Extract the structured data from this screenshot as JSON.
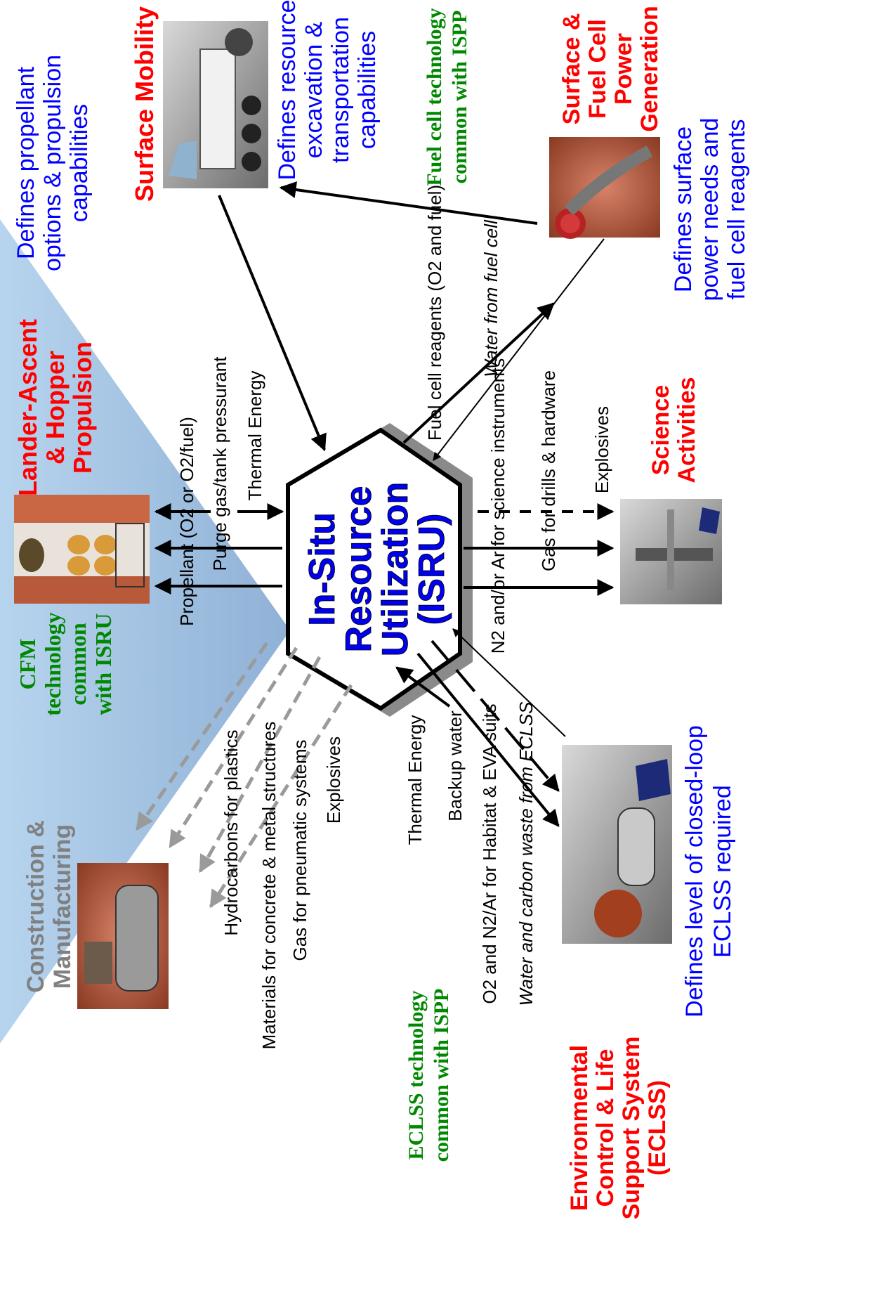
{
  "center": {
    "lines": [
      "In-Situ",
      "Resource",
      "Utilization",
      "(ISRU)"
    ]
  },
  "elements": {
    "lander": {
      "title": [
        "Lander-Ascent",
        "& Hopper",
        "Propulsion"
      ],
      "note": "Defines propellant options & propulsion capabilities",
      "tech": [
        "CFM",
        "technology",
        "common",
        "with ISRU"
      ]
    },
    "mobility": {
      "title": "Surface Mobility",
      "note": [
        "Defines resource",
        "excavation &",
        "transportation",
        "capabilities"
      ]
    },
    "power": {
      "title": [
        "Surface &",
        "Fuel Cell",
        "Power",
        "Generation"
      ],
      "note": [
        "Defines surface",
        "power needs and",
        "fuel cell reagents"
      ],
      "tech": [
        "Fuel cell technology",
        "common with ISPP"
      ]
    },
    "science": {
      "title": [
        "Science",
        "Activities"
      ]
    },
    "eclss": {
      "title": [
        "Environmental",
        "Control & Life",
        "Support System",
        "(ECLSS)"
      ],
      "note": [
        "Defines level of closed-loop",
        "ECLSS required"
      ],
      "tech": [
        "ECLSS technology",
        "common with ISPP"
      ]
    },
    "construction": {
      "title": [
        "Construction &",
        "Manufacturing"
      ]
    }
  },
  "flows": {
    "lander": [
      "Propellant (O2 or O2/fuel)",
      "Purge gas/tank pressurant",
      "Thermal Energy"
    ],
    "power": [
      "Fuel cell reagents (O2 and fuel)",
      "Water from fuel cell"
    ],
    "science": [
      "N2 and/or Ar for science instruments",
      "Gas for drills & hardware",
      "Explosives"
    ],
    "eclss": [
      "Thermal Energy",
      "Backup water",
      "O2 and N2/Ar for Habitat & EVA suits",
      "Water and carbon waste from ECLSS"
    ],
    "construction": [
      "Hydrocarbons for plastics",
      "Materials for concrete & metal structures",
      "Gas for pneumatic systems",
      "Explosives"
    ]
  },
  "colors": {
    "title": "#ff0000",
    "note": "#0000ff",
    "tech": "#008800",
    "construction_title": "#808080",
    "lander_panel": "#a9c8e3"
  }
}
